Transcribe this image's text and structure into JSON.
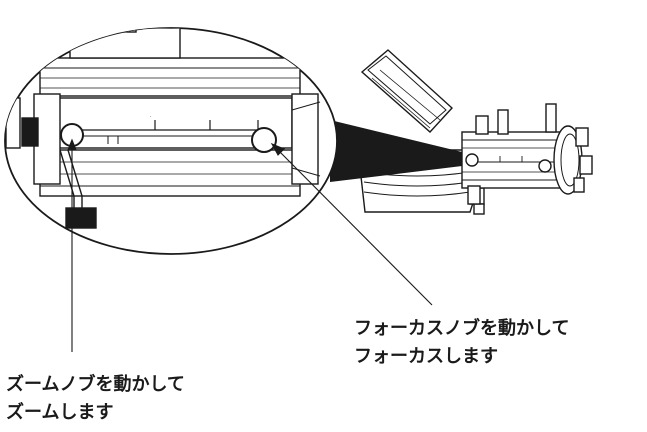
{
  "callouts": {
    "focus": {
      "line1": "フォーカスノブを動かして",
      "line2": "フォーカスします"
    },
    "zoom": {
      "line1": "ズームノブを動かして",
      "line2": "ズームします"
    }
  },
  "colors": {
    "line": "#1a1a1a",
    "fill": "#ffffff",
    "shade": "#d9d9d9"
  }
}
